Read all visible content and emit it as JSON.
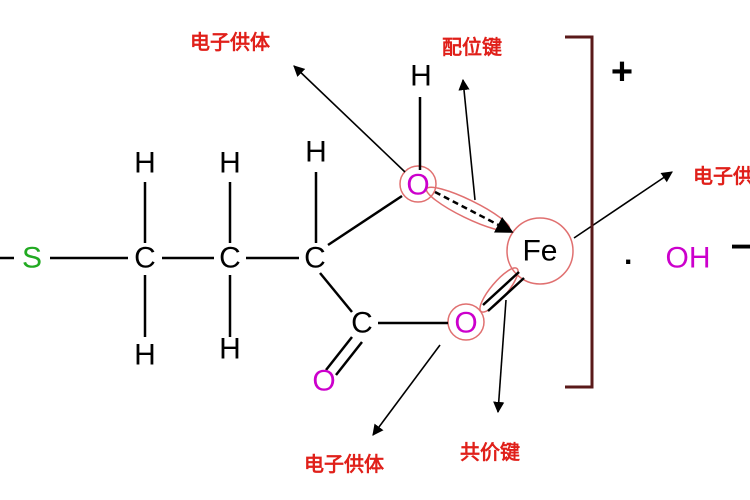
{
  "atoms": {
    "s": "S",
    "c1": "C",
    "c2": "C",
    "c3": "C",
    "c4": "C",
    "h_c1_top": "H",
    "h_c2_top": "H",
    "h_c3_top": "H",
    "h_c1_bottom": "H",
    "h_c2_bottom": "H",
    "h_hydroxyl": "H",
    "o_hydroxyl": "O",
    "o_carboxylate": "O",
    "o_carbonyl": "O",
    "fe": "Fe",
    "oh": "OH"
  },
  "labels": {
    "electron_donor_top": "电子供体",
    "coordinate_bond": "配位键",
    "electron_donor_right": "电子供",
    "electron_donor_bottom": "电子供体",
    "covalent_bond": "共价键"
  },
  "charges": {
    "plus": "+",
    "minus": "−",
    "dot": "·"
  },
  "colors": {
    "label_red": "#e0201a",
    "oxygen_magenta": "#cc00cc",
    "sulfur_green": "#22aa22",
    "bracket_maroon": "#5a1a1a",
    "highlight_ring": "#e07070"
  }
}
